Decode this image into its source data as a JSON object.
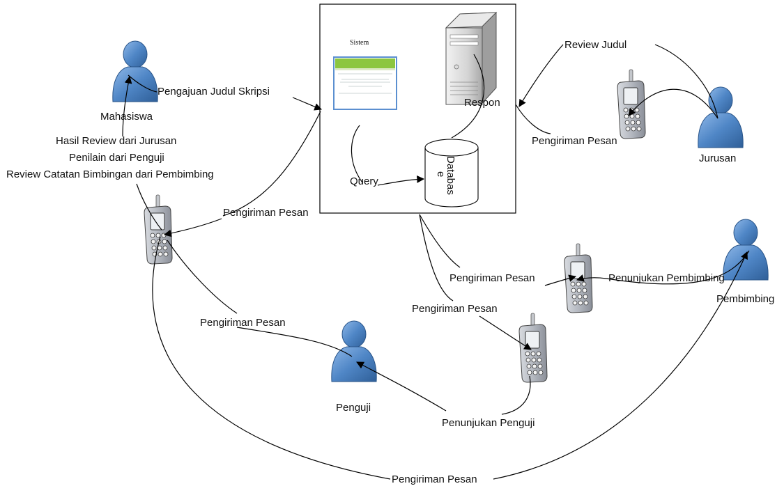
{
  "system": {
    "title": "Sistem",
    "database_label_line1": "Databas",
    "database_label_line2": "e",
    "query_label": "Query",
    "response_label": "Respon"
  },
  "actors": {
    "mahasiswa": "Mahasiswa",
    "jurusan": "Jurusan",
    "pembimbing": "Pembimbing",
    "penguji": "Penguji"
  },
  "messages": {
    "pengajuan_judul": "Pengajuan Judul Skripsi",
    "hasil_review_1": "Hasil Review dari Jurusan",
    "hasil_review_2": "Penilain dari Penguji",
    "hasil_review_3": "Review Catatan Bimbingan dari Pembimbing",
    "pengiriman_pesan_mahasiswa": "Pengiriman Pesan",
    "review_judul": "Review Judul",
    "pengiriman_pesan_jurusan": "Pengiriman Pesan",
    "pengiriman_pesan_pembimbing": "Pengiriman Pesan",
    "penunjukan_pembimbing": "Penunjukan Pembimbing",
    "pengiriman_pesan_penguji_phone": "Pengiriman Pesan",
    "pengiriman_pesan_penguji": "Pengiriman Pesan",
    "penunjukan_penguji": "Penunjukan Penguji",
    "pengiriman_pesan_bottom": "Pengiriman Pesan"
  },
  "colors": {
    "actor_fill": "#4f86c6",
    "actor_dark": "#2f5f98",
    "screen_green": "#8cc63f",
    "screen_border": "#5b8fd0"
  }
}
